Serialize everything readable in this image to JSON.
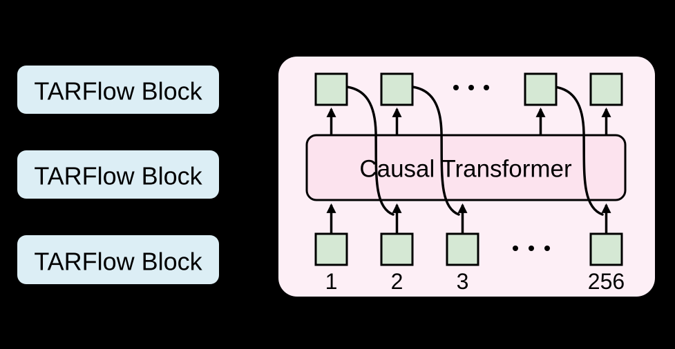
{
  "colors": {
    "background": "#000000",
    "tarflow_block_fill": "#dceef5",
    "panel_fill": "#fdeff6",
    "transformer_fill": "#fce3ee",
    "token_fill": "#d5e8d4",
    "line": "#000000"
  },
  "left_stack": {
    "blocks": [
      {
        "label": "TARFlow Block"
      },
      {
        "label": "TARFlow Block"
      },
      {
        "label": "TARFlow Block"
      }
    ]
  },
  "detail": {
    "transformer_label": "Causal Transformer",
    "input_labels": [
      "1",
      "2",
      "3",
      "256"
    ]
  }
}
